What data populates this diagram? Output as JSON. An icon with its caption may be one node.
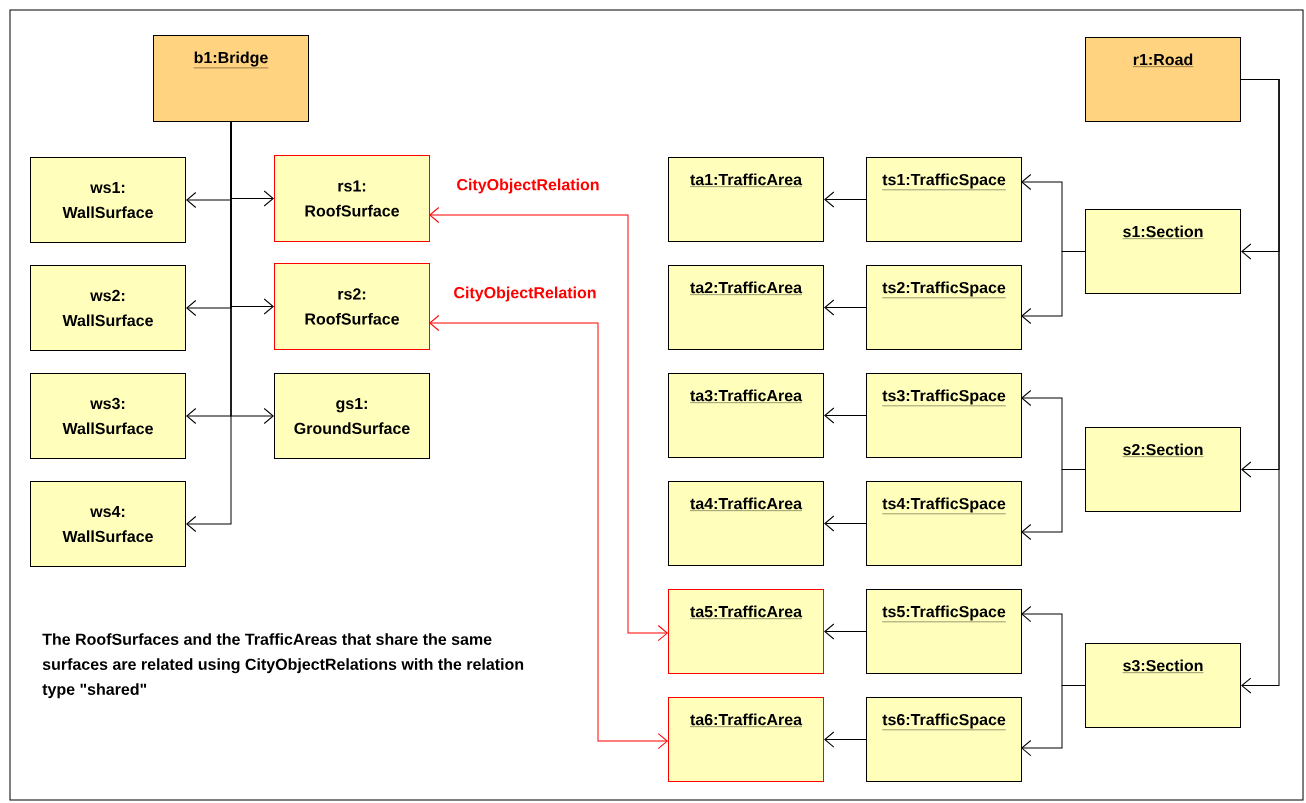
{
  "diagram": {
    "nodes": [
      {
        "text": [
          "b1:Bridge"
        ]
      },
      {
        "text": [
          "r1:Road"
        ]
      },
      {
        "text": [
          "ws1: WallSurface"
        ]
      },
      {
        "text": [
          "rs1: RoofSurface"
        ]
      },
      {
        "text": [
          "ta1:TrafficArea"
        ]
      },
      {
        "text": [
          "ts1:TrafficSpace"
        ]
      },
      {
        "text": [
          "s1:Section"
        ]
      },
      {
        "text": [
          "ws2: WallSurface"
        ]
      },
      {
        "text": [
          "rs2: RoofSurface"
        ]
      },
      {
        "text": [
          "ta2:TrafficArea"
        ]
      },
      {
        "text": [
          "ts2:TrafficSpace"
        ]
      },
      {
        "text": [
          "ws3: WallSurface"
        ]
      },
      {
        "text": [
          "gs1: GroundSurface"
        ]
      },
      {
        "text": [
          "ta3:TrafficArea"
        ]
      },
      {
        "text": [
          "ts3:TrafficSpace"
        ]
      },
      {
        "text": [
          "s2:Section"
        ]
      },
      {
        "text": [
          "ws4: WallSurface"
        ]
      },
      {
        "text": [
          "ta4:TrafficArea"
        ]
      },
      {
        "text": [
          "ts4:TrafficSpace"
        ]
      },
      {
        "text": [
          "ta5:TrafficArea"
        ]
      },
      {
        "text": [
          "ts5:TrafficSpace"
        ]
      },
      {
        "text": [
          "s3:Section"
        ]
      },
      {
        "text": [
          "ta6:TrafficArea"
        ]
      },
      {
        "text": [
          "ts6:TrafficSpace"
        ]
      }
    ],
    "edges": [
      {
        "from": 0,
        "to": 2,
        "arrow": "to"
      },
      {
        "from": 0,
        "to": 3,
        "arrow": "to"
      },
      {
        "from": 0,
        "to": 7,
        "arrow": "to"
      },
      {
        "from": 0,
        "to": 8,
        "arrow": "to"
      },
      {
        "from": 0,
        "to": 11,
        "arrow": "to"
      },
      {
        "from": 0,
        "to": 12,
        "arrow": "to"
      },
      {
        "from": 0,
        "to": 16,
        "arrow": "to"
      },
      {
        "from": 1,
        "to": 6,
        "arrow": "to"
      },
      {
        "from": 1,
        "to": 15,
        "arrow": "to"
      },
      {
        "from": 1,
        "to": 21,
        "arrow": "to"
      },
      {
        "from": 6,
        "to": 5,
        "arrow": "to"
      },
      {
        "from": 6,
        "to": 10,
        "arrow": "to"
      },
      {
        "from": 15,
        "to": 14,
        "arrow": "to"
      },
      {
        "from": 15,
        "to": 18,
        "arrow": "to"
      },
      {
        "from": 21,
        "to": 20,
        "arrow": "to"
      },
      {
        "from": 21,
        "to": 23,
        "arrow": "to"
      },
      {
        "from": 5,
        "to": 4,
        "arrow": "to"
      },
      {
        "from": 10,
        "to": 9,
        "arrow": "to"
      },
      {
        "from": 14,
        "to": 13,
        "arrow": "to"
      },
      {
        "from": 18,
        "to": 17,
        "arrow": "to"
      },
      {
        "from": 20,
        "to": 19,
        "arrow": "to"
      },
      {
        "from": 23,
        "to": 22,
        "arrow": "to"
      },
      {
        "from": 3,
        "to": 19,
        "arrow": "both",
        "label": "CityObjectRelation",
        "color": "#ff0000"
      },
      {
        "from": 8,
        "to": 22,
        "arrow": "both",
        "label": "CityObjectRelation",
        "color": "#ff0000"
      }
    ],
    "labels": [
      "The RoofSurfaces and the TrafficAreas that share the same surfaces are related using CityObjectRelations with the relation type \"shared\""
    ]
  }
}
